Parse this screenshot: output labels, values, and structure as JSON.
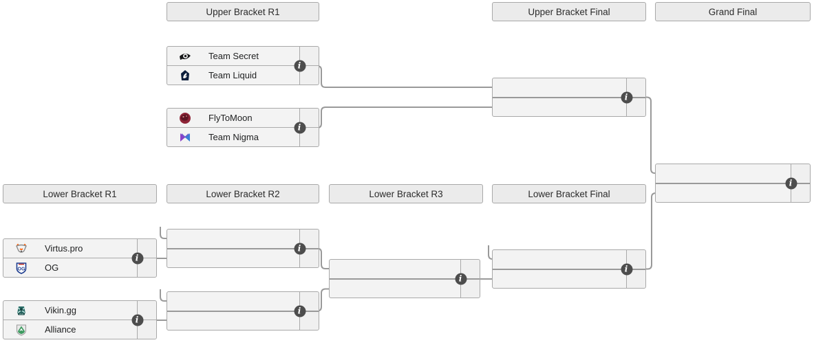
{
  "colors": {
    "page_bg": "#ffffff",
    "box_fill": "#f3f3f3",
    "header_fill": "#ebebeb",
    "box_border": "#a8a8a8",
    "connector": "#999999",
    "info_icon_bg": "#4d4d4d",
    "info_icon_fg": "#ffffff",
    "text": "#202122"
  },
  "headers": {
    "upper_bracket_r1": "Upper Bracket R1",
    "upper_bracket_final": "Upper Bracket Final",
    "grand_final": "Grand Final",
    "lower_bracket_r1": "Lower Bracket R1",
    "lower_bracket_r2": "Lower Bracket R2",
    "lower_bracket_r3": "Lower Bracket R3",
    "lower_bracket_final": "Lower Bracket Final"
  },
  "matches": {
    "ub_r1_m1": {
      "team1": {
        "name": "Team Secret",
        "icon": "team-secret-logo"
      },
      "team2": {
        "name": "Team Liquid",
        "icon": "team-liquid-logo"
      }
    },
    "ub_r1_m2": {
      "team1": {
        "name": "FlyToMoon",
        "icon": "flytomoon-logo"
      },
      "team2": {
        "name": "Team Nigma",
        "icon": "team-nigma-logo"
      }
    },
    "lb_r1_m1": {
      "team1": {
        "name": "Virtus.pro",
        "icon": "virtuspro-logo"
      },
      "team2": {
        "name": "OG",
        "icon": "og-logo"
      }
    },
    "lb_r1_m2": {
      "team1": {
        "name": "Vikin.gg",
        "icon": "vikingg-logo"
      },
      "team2": {
        "name": "Alliance",
        "icon": "alliance-logo"
      }
    }
  },
  "ui": {
    "info_glyph": "i"
  }
}
